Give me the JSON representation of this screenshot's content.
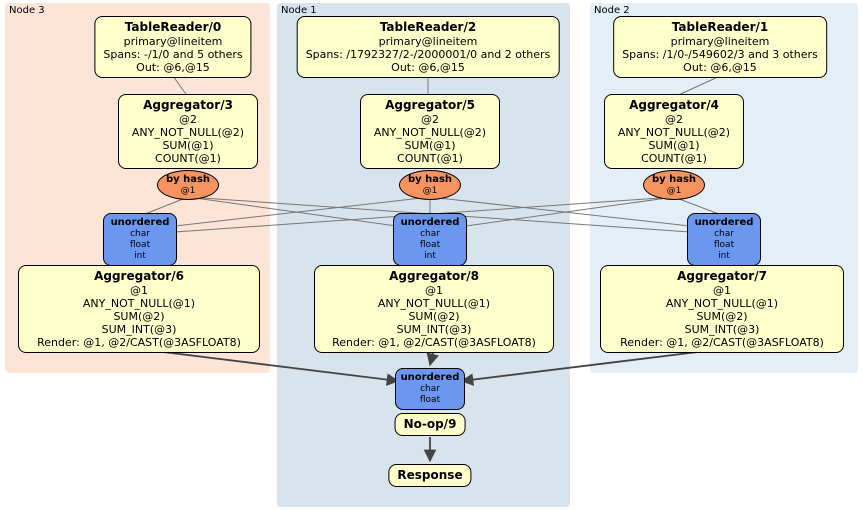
{
  "groups": {
    "node3": "Node 3",
    "node1": "Node 1",
    "node2": "Node 2"
  },
  "boxes": {
    "tr0": {
      "title": "TableReader/0",
      "l1": "primary@lineitem",
      "l2": "Spans: -/1/0 and 5 others",
      "l3": "Out: @6,@15"
    },
    "tr2": {
      "title": "TableReader/2",
      "l1": "primary@lineitem",
      "l2": "Spans: /1792327/2-/2000001/0 and 2 others",
      "l3": "Out: @6,@15"
    },
    "tr1": {
      "title": "TableReader/1",
      "l1": "primary@lineitem",
      "l2": "Spans: /1/0-/549602/3 and 3 others",
      "l3": "Out: @6,@15"
    },
    "agg3": {
      "title": "Aggregator/3",
      "l1": "@2",
      "l2": "ANY_NOT_NULL(@2)",
      "l3": "SUM(@1)",
      "l4": "COUNT(@1)"
    },
    "agg5": {
      "title": "Aggregator/5",
      "l1": "@2",
      "l2": "ANY_NOT_NULL(@2)",
      "l3": "SUM(@1)",
      "l4": "COUNT(@1)"
    },
    "agg4": {
      "title": "Aggregator/4",
      "l1": "@2",
      "l2": "ANY_NOT_NULL(@2)",
      "l3": "SUM(@1)",
      "l4": "COUNT(@1)"
    },
    "agg6": {
      "title": "Aggregator/6",
      "l1": "@1",
      "l2": "ANY_NOT_NULL(@1)",
      "l3": "SUM(@2)",
      "l4": "SUM_INT(@3)",
      "l5": "Render: @1, @2/CAST(@3ASFLOAT8)"
    },
    "agg8": {
      "title": "Aggregator/8",
      "l1": "@1",
      "l2": "ANY_NOT_NULL(@1)",
      "l3": "SUM(@2)",
      "l4": "SUM_INT(@3)",
      "l5": "Render: @1, @2/CAST(@3ASFLOAT8)"
    },
    "agg7": {
      "title": "Aggregator/7",
      "l1": "@1",
      "l2": "ANY_NOT_NULL(@1)",
      "l3": "SUM(@2)",
      "l4": "SUM_INT(@3)",
      "l5": "Render: @1, @2/CAST(@3ASFLOAT8)"
    },
    "noop": {
      "title": "No-op/9"
    },
    "response": {
      "title": "Response"
    }
  },
  "routers": {
    "r3": {
      "label": "by hash",
      "key": "@1"
    },
    "r5": {
      "label": "by hash",
      "key": "@1"
    },
    "r4": {
      "label": "by hash",
      "key": "@1"
    }
  },
  "syncs": {
    "s3": {
      "label": "unordered",
      "c1": "char",
      "c2": "float",
      "c3": "int"
    },
    "s1": {
      "label": "unordered",
      "c1": "char",
      "c2": "float",
      "c3": "int"
    },
    "s2": {
      "label": "unordered",
      "c1": "char",
      "c2": "float",
      "c3": "int"
    },
    "sfinal": {
      "label": "unordered",
      "c1": "char",
      "c2": "float"
    }
  },
  "colors": {
    "node3_bg": "#fce4d6",
    "node1_bg": "#d8e4ed",
    "node2_bg": "#e4eef6",
    "box_fill": "#ffffcc",
    "router_fill": "#f5945e",
    "sync_fill": "#6b98ee",
    "edge": "#777777",
    "edge_strong": "#444444"
  }
}
